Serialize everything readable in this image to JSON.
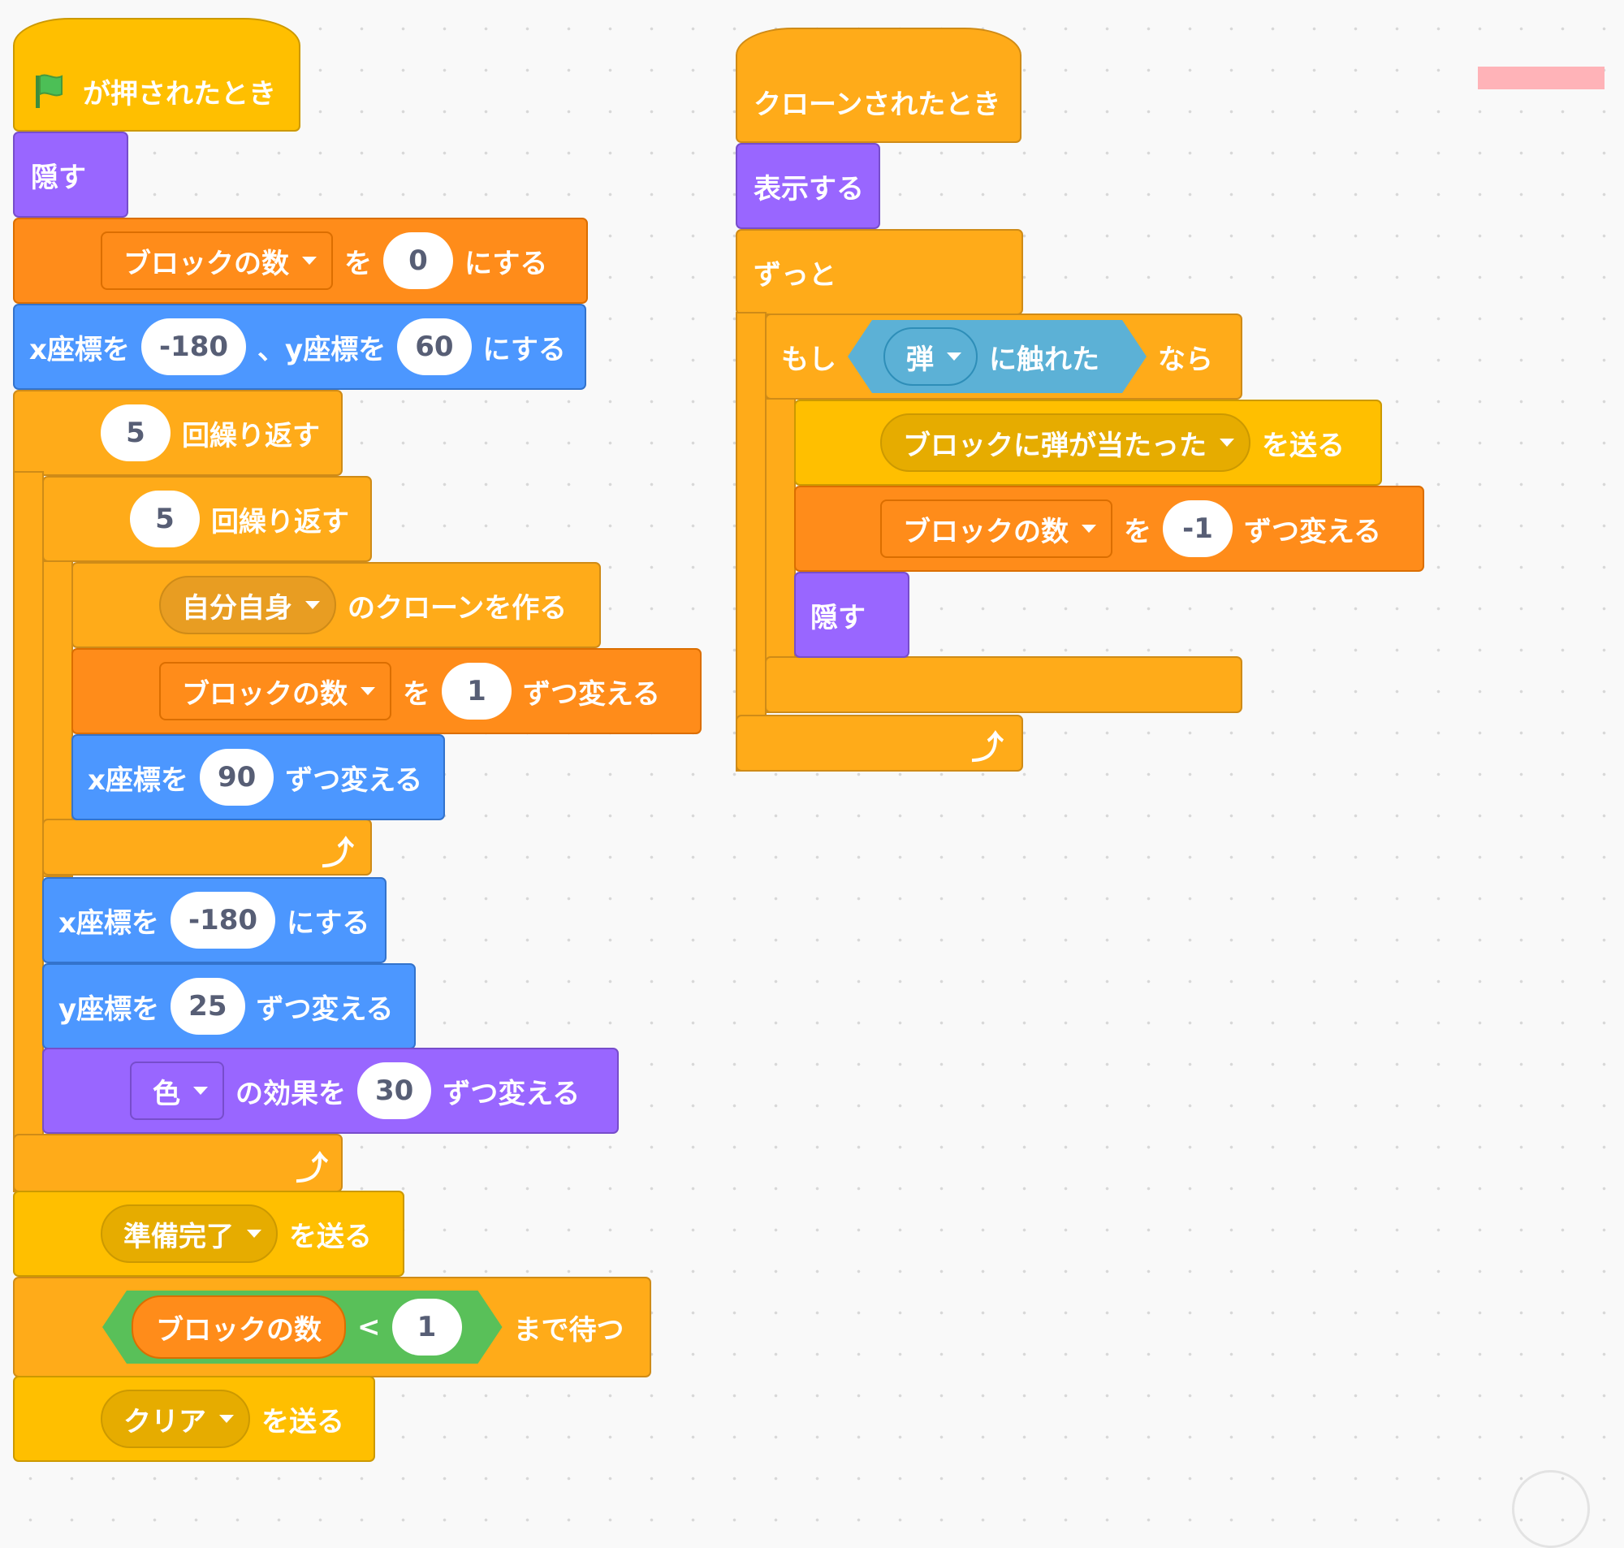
{
  "script1": {
    "hat_label": "が押されたとき",
    "hide1": "隠す",
    "set_var": {
      "var": "ブロックの数",
      "to": "を",
      "value": "0",
      "suffix": "にする"
    },
    "goto_xy": {
      "x_label": "x座標を",
      "x": "-180",
      "sep": "、y座標を",
      "y": "60",
      "suffix": "にする"
    },
    "repeat_outer": {
      "count": "5",
      "label": "回繰り返す"
    },
    "repeat_inner": {
      "count": "5",
      "label": "回繰り返す"
    },
    "create_clone": {
      "target": "自分自身",
      "label": "のクローンを作る"
    },
    "change_var": {
      "var": "ブロックの数",
      "to": "を",
      "value": "1",
      "suffix": "ずつ変える"
    },
    "change_x": {
      "label": "x座標を",
      "value": "90",
      "suffix": "ずつ変える"
    },
    "set_x": {
      "label": "x座標を",
      "value": "-180",
      "suffix": "にする"
    },
    "change_y": {
      "label": "y座標を",
      "value": "25",
      "suffix": "ずつ変える"
    },
    "change_effect": {
      "effect": "色",
      "label": "の効果を",
      "value": "30",
      "suffix": "ずつ変える"
    },
    "broadcast_ready": {
      "message": "準備完了",
      "suffix": "を送る"
    },
    "wait_until": {
      "var": "ブロックの数",
      "op": "<",
      "value": "1",
      "suffix": "まで待つ"
    },
    "broadcast_clear": {
      "message": "クリア",
      "suffix": "を送る"
    }
  },
  "script2": {
    "hat_label": "クローンされたとき",
    "show": "表示する",
    "forever": "ずっと",
    "if_block": {
      "prefix": "もし",
      "object": "弾",
      "label": "に触れた",
      "suffix": "なら"
    },
    "broadcast_hit": {
      "message": "ブロックに弾が当たった",
      "suffix": "を送る"
    },
    "change_var": {
      "var": "ブロックの数",
      "to": "を",
      "value": "-1",
      "suffix": "ずつ変える"
    },
    "hide": "隠す"
  },
  "icons": {
    "flag": "green-flag-icon",
    "loop_arrow": "loop-arrow-icon",
    "caret": "dropdown-caret-icon"
  },
  "colors": {
    "control": "#ffab19",
    "events": "#ffbf00",
    "looks": "#9966ff",
    "motion": "#4c97ff",
    "variables": "#ff8c1a",
    "sensing": "#5cb1d6",
    "operators": "#59c059"
  }
}
